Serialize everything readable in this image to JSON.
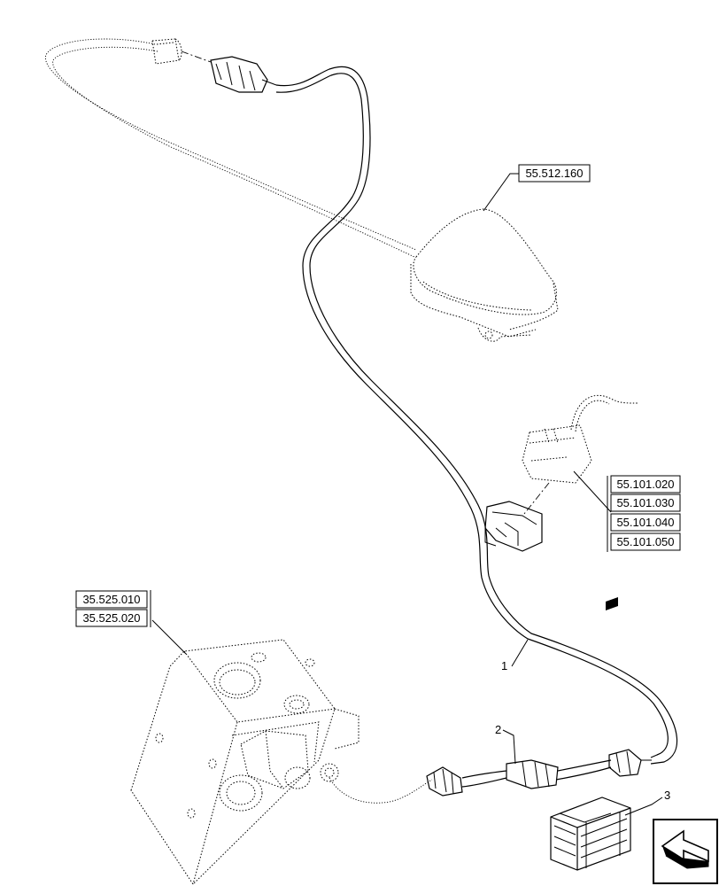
{
  "references": {
    "r1": "55.512.160",
    "r2": "55.101.020",
    "r3": "55.101.030",
    "r4": "55.101.040",
    "r5": "55.101.050",
    "r6": "35.525.010",
    "r7": "35.525.020"
  },
  "callouts": {
    "c1": "1",
    "c2": "2",
    "c3": "3"
  },
  "icons": {
    "nav": "arrow-back-icon",
    "kit": "parts-kit-icon"
  }
}
